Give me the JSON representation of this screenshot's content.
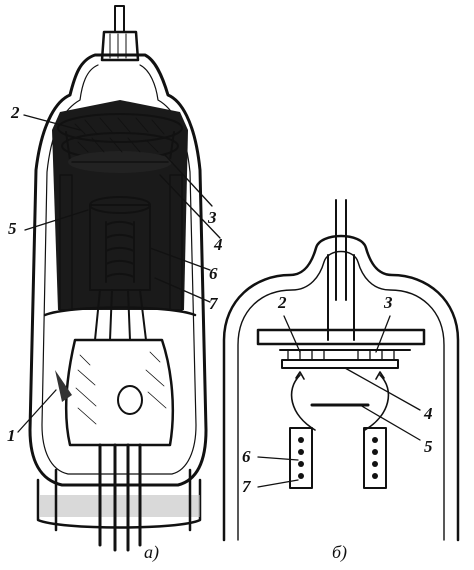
{
  "panel_a": {
    "caption": "а)",
    "labels": [
      "1",
      "2",
      "3",
      "4",
      "5",
      "6",
      "7"
    ]
  },
  "panel_b": {
    "caption": "б)",
    "labels": [
      "2",
      "3",
      "4",
      "5",
      "6",
      "7"
    ]
  }
}
